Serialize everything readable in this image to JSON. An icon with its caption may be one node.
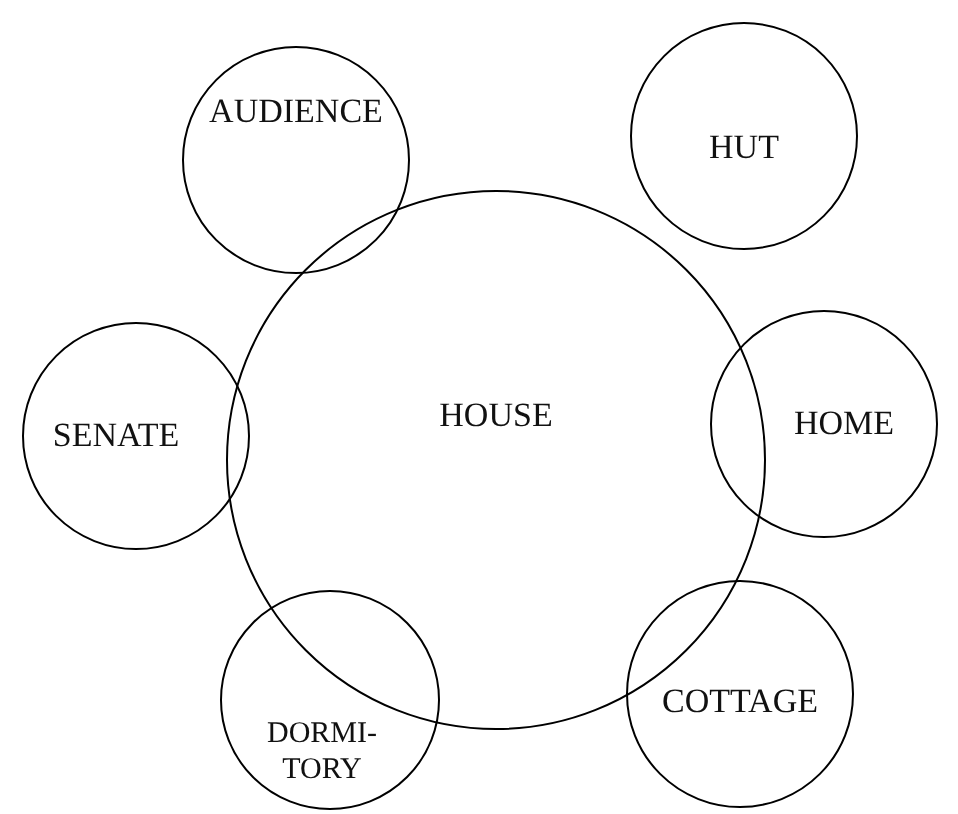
{
  "diagram": {
    "nodes": [
      {
        "text": [
          "AUDIENCE"
        ]
      },
      {
        "text": [
          "HUT"
        ]
      },
      {
        "text": [
          "SENATE"
        ]
      },
      {
        "text": [
          "HOUSE"
        ]
      },
      {
        "text": [
          "HOME"
        ]
      },
      {
        "text": [
          "DORMI- TORY"
        ]
      },
      {
        "text": [
          "COTTAGE"
        ]
      }
    ]
  }
}
